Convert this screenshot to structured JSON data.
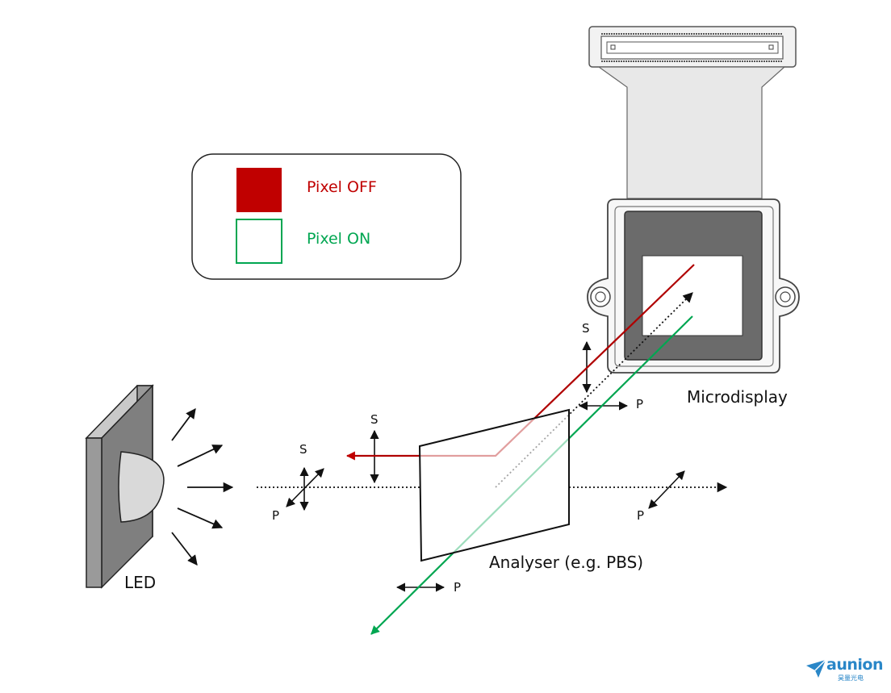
{
  "legend": {
    "off_label": "Pixel OFF",
    "on_label": "Pixel ON",
    "off_color": "#c00000",
    "on_color": "#00a651"
  },
  "labels": {
    "led": "LED",
    "analyser": "Analyser (e.g. PBS)",
    "microdisplay": "Microdisplay"
  },
  "polarization": {
    "s": "S",
    "p": "P"
  },
  "logo": {
    "word": "aunion",
    "subtitle": "昊量光电"
  }
}
